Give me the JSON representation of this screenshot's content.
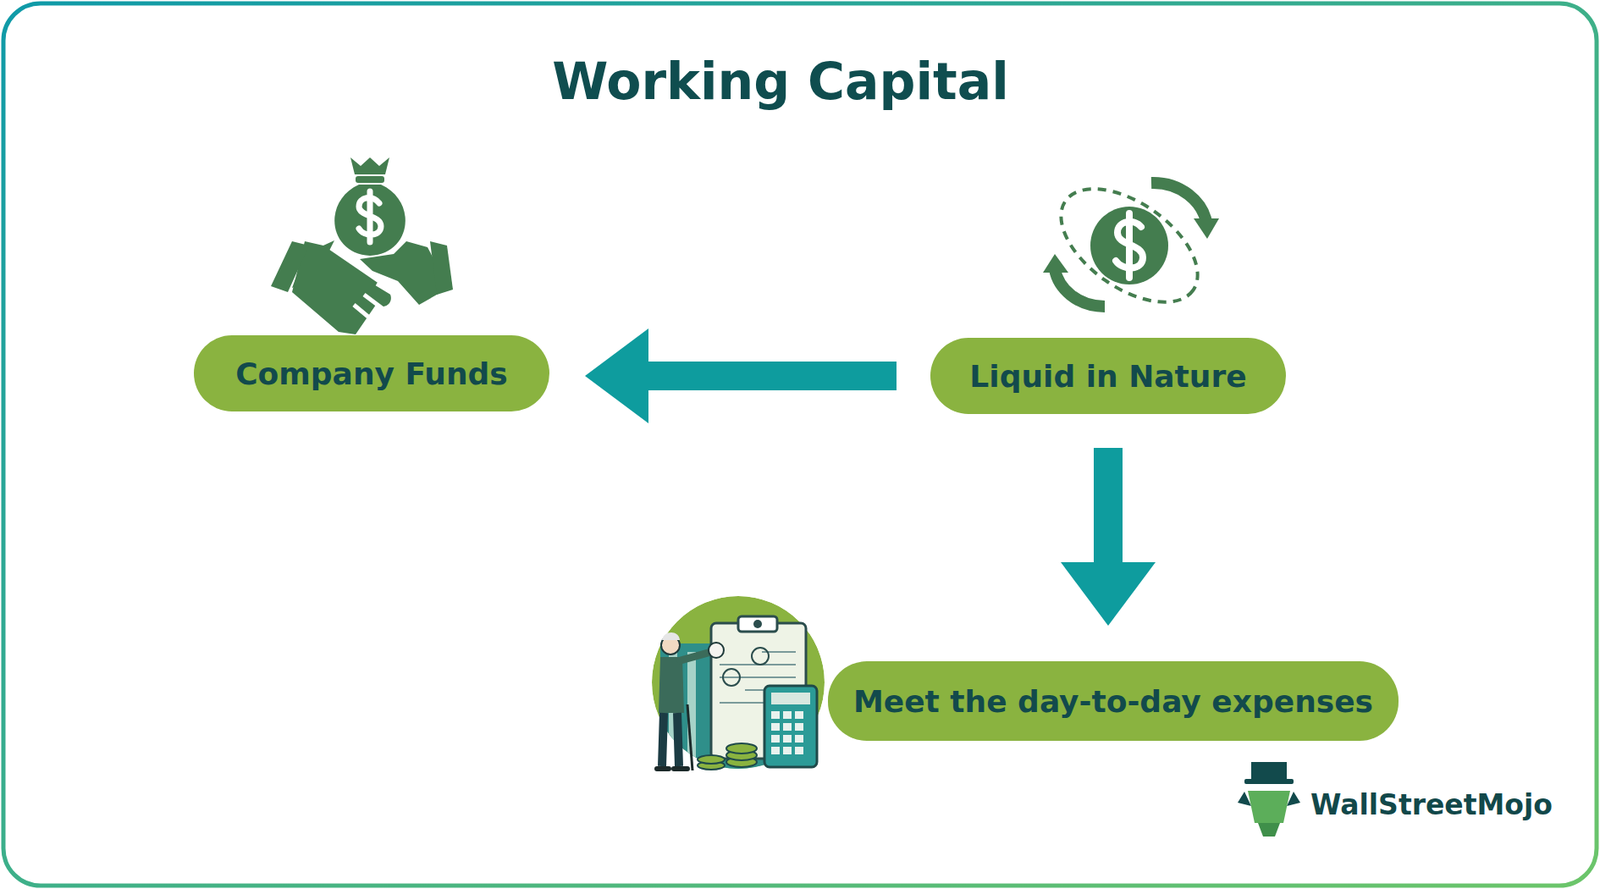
{
  "diagram": {
    "title": "Working Capital",
    "nodes": [
      {
        "text": [
          "Company Funds"
        ]
      },
      {
        "text": [
          "Liquid in Nature"
        ]
      },
      {
        "text": [
          "Meet the day-to-day expenses"
        ]
      }
    ],
    "edges": [
      {
        "from": 1,
        "to": 0,
        "arrow": "to"
      },
      {
        "from": 1,
        "to": 2,
        "arrow": "to"
      }
    ],
    "labels": [
      "WallStreetMojo"
    ]
  }
}
